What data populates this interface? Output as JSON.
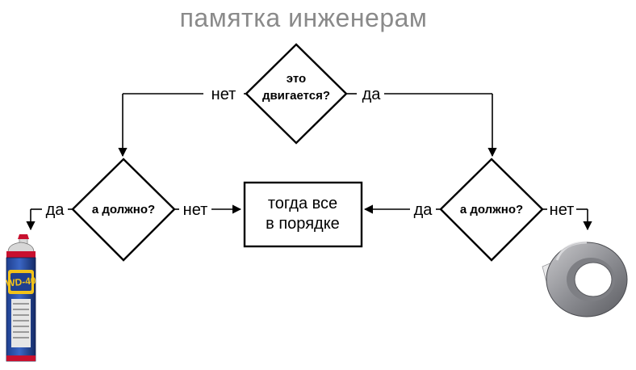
{
  "title": "памятка инженерам",
  "nodes": {
    "q_moves": [
      "это",
      "двигается?"
    ],
    "q_should_left": "а должно?",
    "q_should_right": "а должно?",
    "result": [
      "тогда все",
      "в порядке"
    ]
  },
  "edges": {
    "moves_no": "нет",
    "moves_yes": "да",
    "left_yes": "да",
    "left_no": "нет",
    "right_yes": "да",
    "right_no": "нет"
  },
  "images": {
    "wd40_logo": "WD-40",
    "wd40_icon": "wd40-can-icon",
    "tape_icon": "duct-tape-icon"
  }
}
